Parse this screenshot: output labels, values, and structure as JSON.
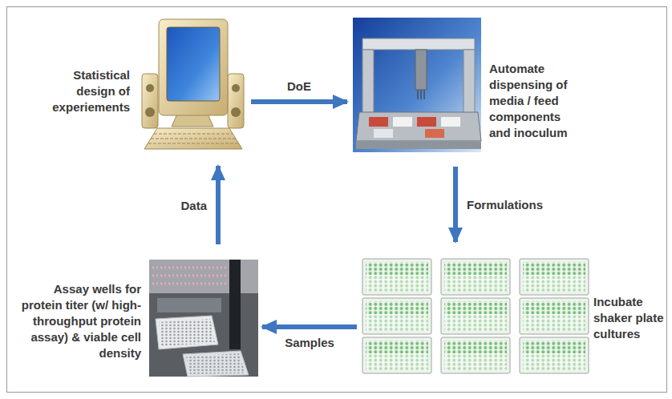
{
  "diagram": {
    "nodes": [
      {
        "text": [
          "Statistical design of experiements"
        ]
      },
      {
        "text": [
          "Automate dispensing of media / feed components and inoculum"
        ]
      },
      {
        "text": [
          "Incubate shaker plate cultures"
        ]
      },
      {
        "text": [
          "Assay wells for protein titer (w/ high-throughput protein assay) & viable cell density"
        ]
      }
    ],
    "edges": [
      {
        "from": 0,
        "to": 1,
        "arrow": "to",
        "label": "DoE"
      },
      {
        "from": 1,
        "to": 2,
        "arrow": "to",
        "label": "Formulations"
      },
      {
        "from": 2,
        "to": 3,
        "arrow": "to",
        "label": "Samples"
      },
      {
        "from": 3,
        "to": 0,
        "arrow": "to",
        "label": "Data"
      }
    ]
  }
}
